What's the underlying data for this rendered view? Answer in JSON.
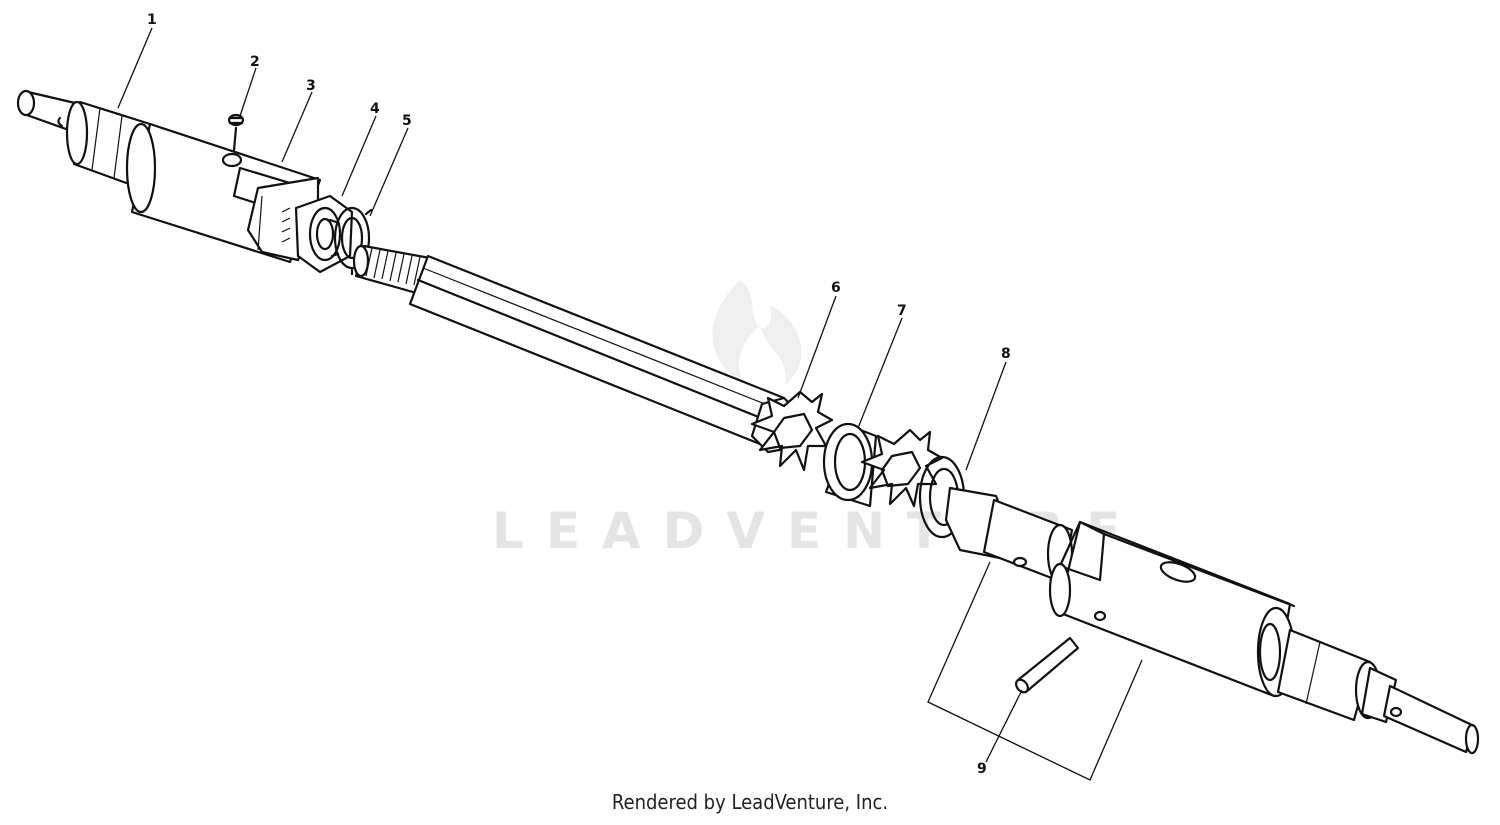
{
  "watermark": {
    "text": "LEADVENTURE"
  },
  "footer": {
    "credit": "Rendered by LeadVenture, Inc."
  },
  "callouts": [
    {
      "id": "1",
      "label": "1"
    },
    {
      "id": "2",
      "label": "2"
    },
    {
      "id": "3",
      "label": "3"
    },
    {
      "id": "4",
      "label": "4"
    },
    {
      "id": "5",
      "label": "5"
    },
    {
      "id": "6",
      "label": "6"
    },
    {
      "id": "7",
      "label": "7"
    },
    {
      "id": "8",
      "label": "8"
    },
    {
      "id": "9",
      "label": "9"
    }
  ]
}
